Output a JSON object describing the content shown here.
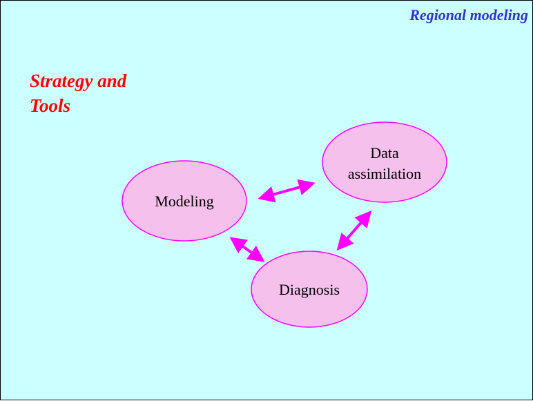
{
  "header": {
    "title": "Regional modeling"
  },
  "title": {
    "line1": "Strategy and",
    "line2": "Tools"
  },
  "nodes": {
    "modeling": "Modeling",
    "data_assimilation_1": "Data",
    "data_assimilation_2": "assimilation",
    "diagnosis": "Diagnosis"
  },
  "colors": {
    "background": "#ccffff",
    "node_fill": "#f6c0ec",
    "node_stroke": "#ff00ff",
    "arrow": "#ff00ff",
    "title": "#ff0000",
    "header": "#3333cc"
  }
}
